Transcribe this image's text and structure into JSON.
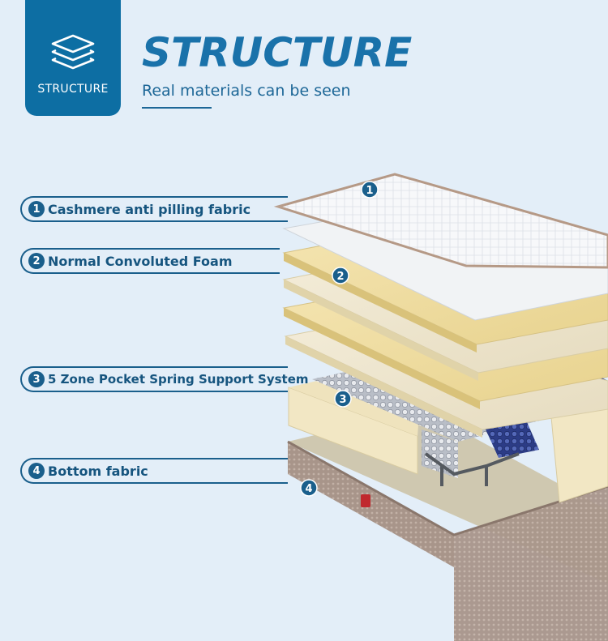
{
  "badge": {
    "label": "STRUCTURE",
    "icon": "layers-icon"
  },
  "header": {
    "title": "STRUCTURE",
    "subtitle": "Real materials can be seen"
  },
  "layers": [
    {
      "number": "1",
      "label": "Cashmere anti pilling fabric"
    },
    {
      "number": "2",
      "label": "Normal Convoluted Foam"
    },
    {
      "number": "3",
      "label": "5 Zone Pocket Spring Support System"
    },
    {
      "number": "4",
      "label": "Bottom fabric"
    }
  ],
  "markers": [
    "1",
    "2",
    "3",
    "4"
  ],
  "colors": {
    "accent": "#0d6ea3",
    "label_text": "#16557f",
    "background": "#e3eef8"
  }
}
